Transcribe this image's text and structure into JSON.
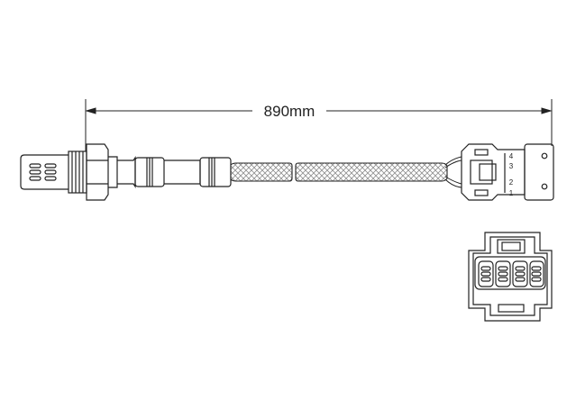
{
  "drawing": {
    "length_label": "890mm",
    "connector_pin_labels": [
      "1",
      "2",
      "3",
      "4"
    ],
    "line_color": "#222222",
    "braid_color": "#9a9a9a",
    "background": "#ffffff"
  }
}
